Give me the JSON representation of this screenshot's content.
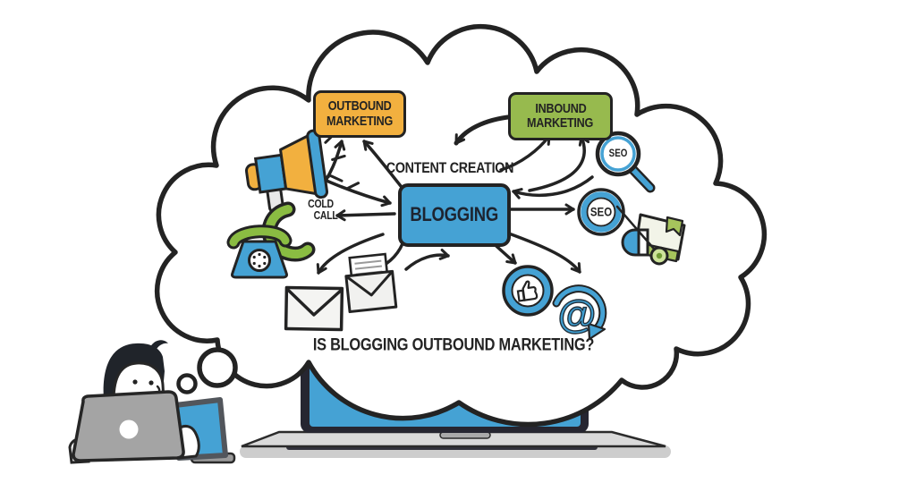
{
  "colors": {
    "blue": "#3f9fd2",
    "orange": "#f2b03f",
    "green_box": "#97ba4e",
    "green_accent": "#8abc42",
    "outline": "#232323",
    "laptop_gray": "#d8d8d8",
    "lid_gray": "#a4a4a4",
    "white": "#ffffff"
  },
  "labels": {
    "outbound": {
      "line1": "OUTBOUND",
      "line2": "MARKETING"
    },
    "inbound": {
      "line1": "INBOUND",
      "line2": "MARKETING"
    },
    "content_creation": "CONTENT CREATION",
    "blogging": "BLOGGING",
    "cold_call": {
      "line1": "COLD",
      "line2": "CALL"
    },
    "seo_magnifier": "SEO",
    "seo_badge": "SEO",
    "at_symbol": "@",
    "question": "IS BLOGGING OUTBOUND MARKETING?"
  },
  "icons": {
    "thought_cloud": "thought-cloud",
    "thought_bubbles": "thought-bubble-dots",
    "megaphone": "megaphone-icon",
    "cold_call_handset": "phone-handset-icon",
    "rotary_phone": "rotary-phone-icon",
    "open_envelope": "open-envelope-icon",
    "closed_envelope": "closed-envelope-icon",
    "seo_magnifier": "seo-magnifier-icon",
    "seo_badge": "seo-badge-icon",
    "mouse_page": "mouse-and-page-icon",
    "thumbs_up": "thumbs-up-icon",
    "at_loop": "at-symbol-loop-icon",
    "laptop": "laptop-icon",
    "person": "person-at-laptop-icon"
  }
}
